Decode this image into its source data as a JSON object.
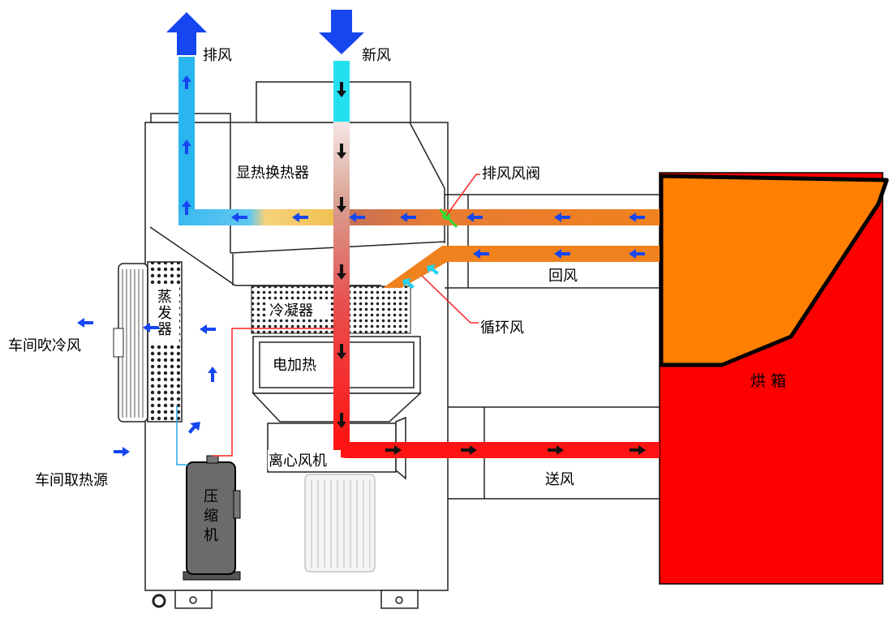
{
  "labels": {
    "exhaust": "排风",
    "fresh_air": "新风",
    "heat_exchanger": "显热换热器",
    "exhaust_damper": "排风风阀",
    "return_air": "回风",
    "recirculation": "循环风",
    "evaporator": "蒸发器",
    "condenser": "冷凝器",
    "electric_heater": "电加热",
    "centrifugal_fan": "离心风机",
    "compressor": "压缩机",
    "supply_air": "送风",
    "workshop_cold_air": "车间吹冷风",
    "workshop_heat_source": "车间取热源",
    "oven": "烘 箱"
  },
  "colors": {
    "exhaust_duct": "#2bb5ee",
    "fresh_duct": "#22e0f0",
    "return_duct": "#f0821e",
    "supply_duct": "#ff1414",
    "oven_top": "#ff8000",
    "oven_body": "#ff0000",
    "arrow_blue": "#1646f0",
    "damper": "#33dd33",
    "compressor": "#6b6b6b"
  }
}
